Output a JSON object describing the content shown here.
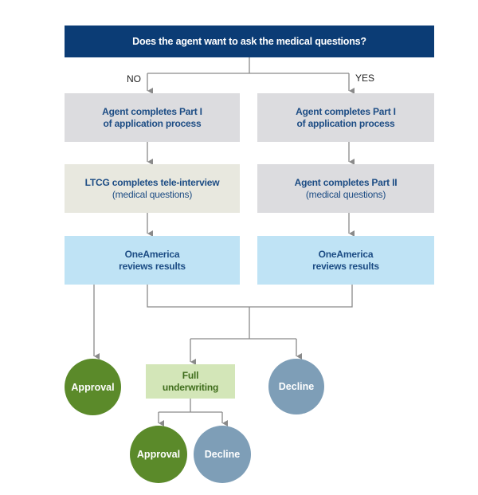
{
  "question": "Does the agent want to ask the medical questions?",
  "branches": {
    "no": "NO",
    "yes": "YES"
  },
  "left": {
    "step1": [
      "Agent completes Part I",
      "of application process"
    ],
    "step2": [
      "LTCG completes tele-interview",
      "(medical questions)"
    ],
    "step3": [
      "OneAmerica",
      "reviews results"
    ]
  },
  "right": {
    "step1": [
      "Agent completes Part I",
      "of application process"
    ],
    "step2": [
      "Agent completes Part II",
      "(medical questions)"
    ],
    "step3": [
      "OneAmerica",
      "reviews results"
    ]
  },
  "outcomes": {
    "approval": "Approval",
    "full_underwriting": [
      "Full",
      "underwriting"
    ],
    "decline": "Decline",
    "fu_approval": "Approval",
    "fu_decline": "Decline"
  },
  "colors": {
    "header": "#0b3c75",
    "gray_box": "#dcdcdf",
    "beige_box": "#e8e8df",
    "blue_box": "#bfe3f5",
    "green_box": "#d3e6b8",
    "approval": "#5b8a2a",
    "decline": "#7e9eb7",
    "connector": "#8a8a8a"
  }
}
